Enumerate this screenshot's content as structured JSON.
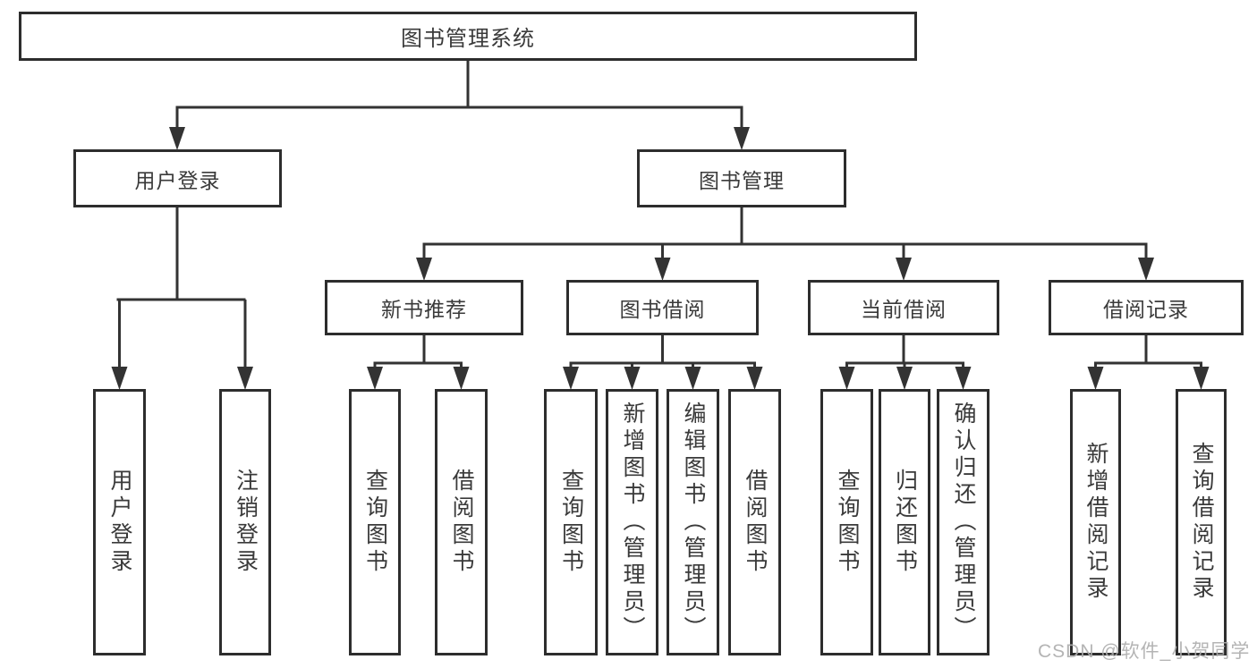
{
  "diagram": {
    "root": {
      "label": "图书管理系统",
      "children": [
        {
          "label": "用户登录",
          "children": [
            {
              "label": "用户登录"
            },
            {
              "label": "注销登录"
            }
          ]
        },
        {
          "label": "图书管理",
          "children": [
            {
              "label": "新书推荐",
              "children": [
                {
                  "label": "查询图书"
                },
                {
                  "label": "借阅图书"
                }
              ]
            },
            {
              "label": "图书借阅",
              "children": [
                {
                  "label": "查询图书"
                },
                {
                  "label": "新增图书（管理员）"
                },
                {
                  "label": "编辑图书（管理员）"
                },
                {
                  "label": "借阅图书"
                }
              ]
            },
            {
              "label": "当前借阅",
              "children": [
                {
                  "label": "查询图书"
                },
                {
                  "label": "归还图书"
                },
                {
                  "label": "确认归还（管理员）"
                }
              ]
            },
            {
              "label": "借阅记录",
              "children": [
                {
                  "label": "新增借阅记录"
                },
                {
                  "label": "查询借阅记录"
                }
              ]
            }
          ]
        }
      ]
    }
  },
  "watermark": {
    "text": "CSDN @软件_小贺同学"
  },
  "colors": {
    "line": "#333333",
    "box_border": "#2d2d2d",
    "text": "#3a3a3a",
    "watermark": "#aeaeae"
  }
}
